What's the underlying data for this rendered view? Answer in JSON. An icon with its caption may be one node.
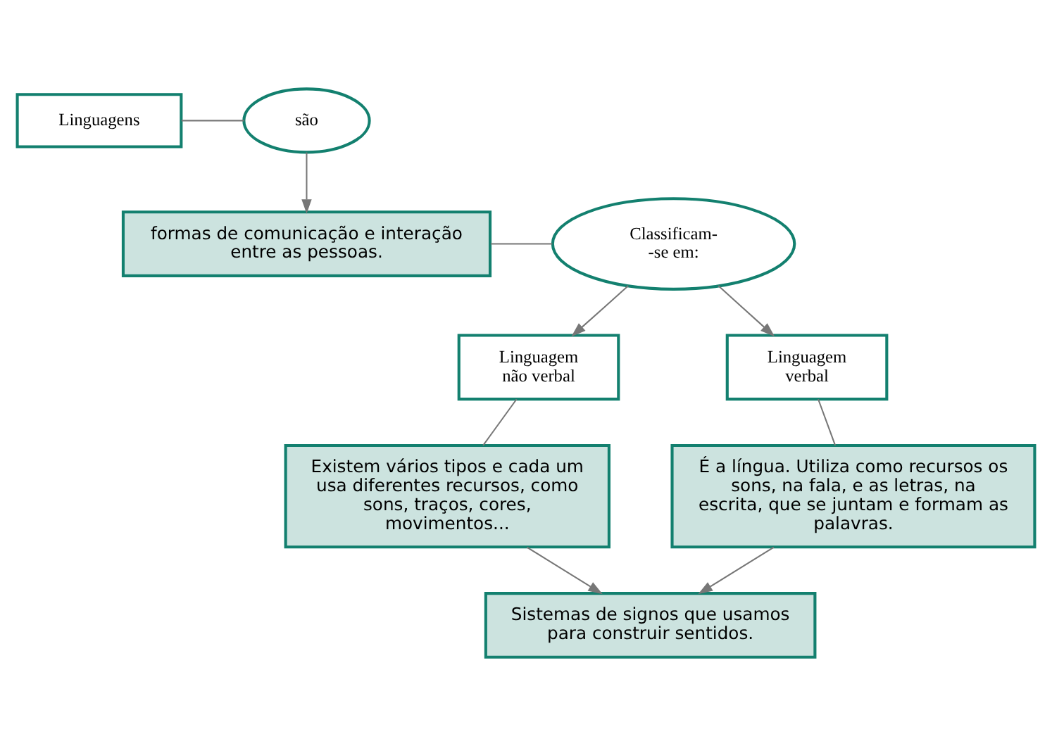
{
  "diagram": {
    "nodes": [
      {
        "text": [
          "Linguagens"
        ]
      },
      {
        "text": [
          "são"
        ]
      },
      {
        "text": [
          "formas de comunicação e interação entre as pessoas."
        ]
      },
      {
        "text": [
          "Classificam- -se em:"
        ]
      },
      {
        "text": [
          "Linguagem não verbal"
        ]
      },
      {
        "text": [
          "Linguagem verbal"
        ]
      },
      {
        "text": [
          "Existem vários tipos e cada um usa diferentes recursos, como sons, traços, cores, movimentos..."
        ]
      },
      {
        "text": [
          "É a língua. Utiliza como recursos os sons, na fala, e as letras, na escrita, que se juntam e formam as palavras."
        ]
      },
      {
        "text": [
          "Sistemas de signos que usamos para construir sentidos."
        ]
      }
    ],
    "edges": [
      {
        "from": 0,
        "to": 1,
        "arrow": "none"
      },
      {
        "from": 1,
        "to": 2,
        "arrow": "to"
      },
      {
        "from": 2,
        "to": 3,
        "arrow": "none"
      },
      {
        "from": 3,
        "to": 4,
        "arrow": "to"
      },
      {
        "from": 3,
        "to": 5,
        "arrow": "to"
      },
      {
        "from": 4,
        "to": 6,
        "arrow": "none"
      },
      {
        "from": 5,
        "to": 7,
        "arrow": "none"
      },
      {
        "from": 6,
        "to": 8,
        "arrow": "to"
      },
      {
        "from": 7,
        "to": 8,
        "arrow": "to"
      }
    ]
  }
}
